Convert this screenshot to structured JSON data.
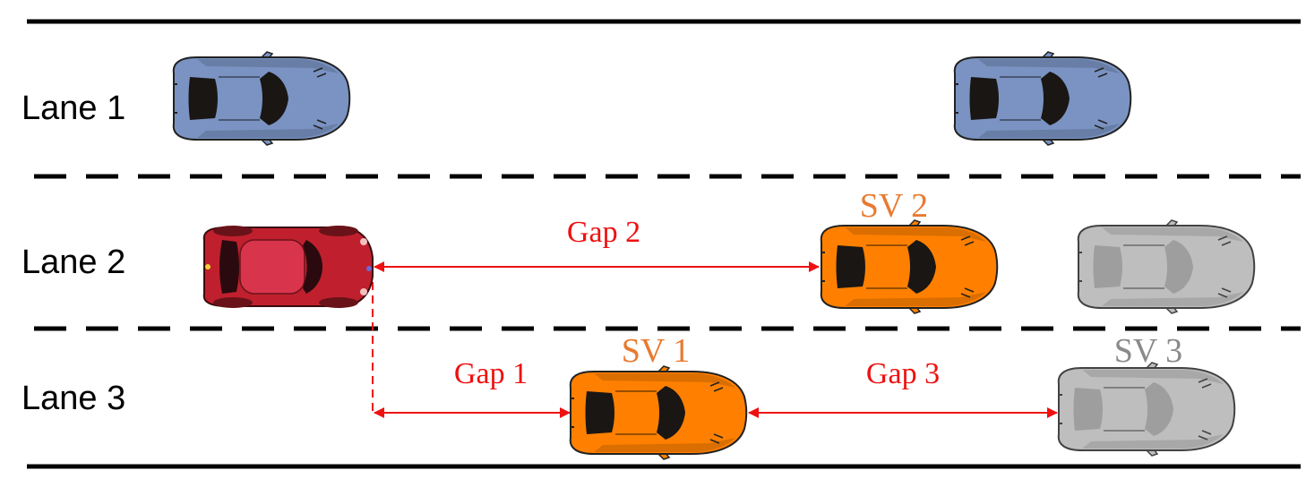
{
  "lanes": [
    {
      "label": "Lane 1"
    },
    {
      "label": "Lane 2"
    },
    {
      "label": "Lane 3"
    }
  ],
  "gaps": [
    {
      "label": "Gap 1"
    },
    {
      "label": "Gap 2"
    },
    {
      "label": "Gap 3"
    }
  ],
  "vehicles": {
    "sv1": {
      "label": "SV 1",
      "color": "#FF8000"
    },
    "sv2": {
      "label": "SV 2",
      "color": "#FF8000"
    },
    "sv3": {
      "label": "SV 3",
      "color": "#B3B3B3"
    },
    "ego": {
      "color": "#C0202E"
    },
    "lane1_cars": {
      "color": "#7A93C2"
    }
  },
  "colors": {
    "annotation": "#EE1111",
    "sv_label": "#E87A30",
    "sv3_label": "#8A8A8A",
    "road_line": "#000000"
  }
}
